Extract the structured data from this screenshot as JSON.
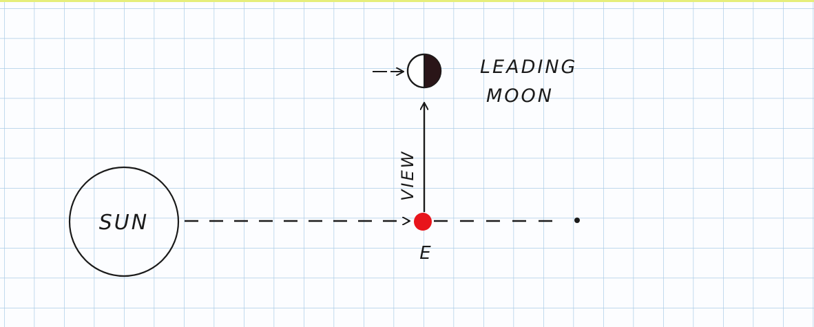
{
  "colors": {
    "paper": "#fcfdff",
    "grid": "#a9cbe6",
    "ink": "#1a1a1a",
    "earth": "#e8141b",
    "border_top": "#e6ee7a"
  },
  "labels": {
    "sun": "SUN",
    "earth": "E",
    "view": "VIEW",
    "moon_line1": "LEADING",
    "moon_line2": "MOON"
  }
}
